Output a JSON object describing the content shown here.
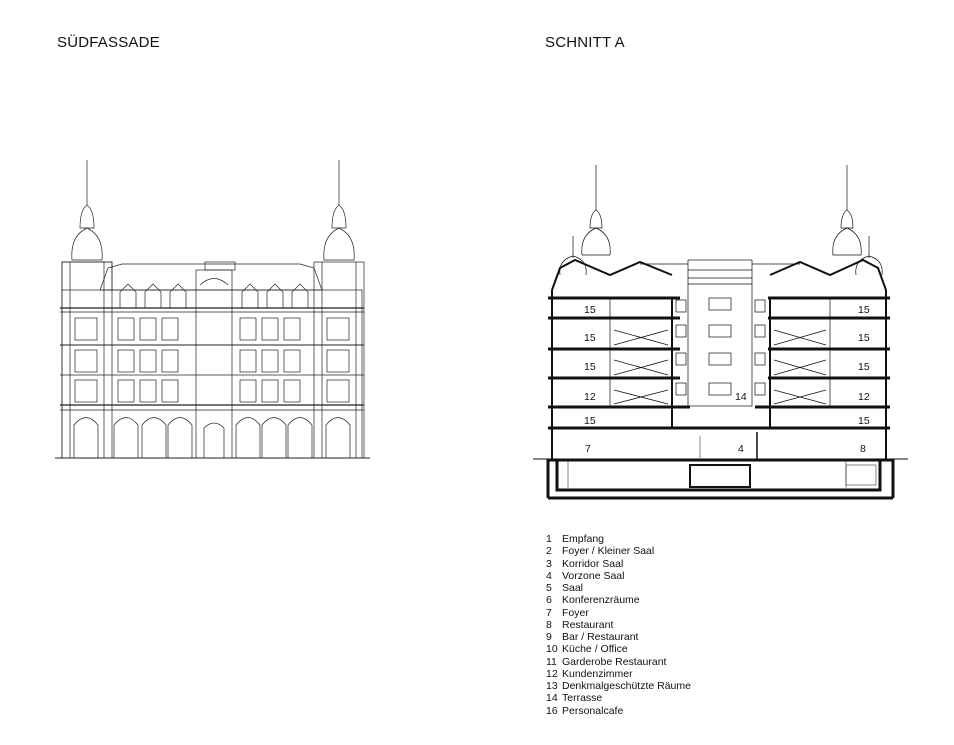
{
  "titles": {
    "facade": "SÜDFASSADE",
    "section": "SCHNITT A"
  },
  "section_labels": {
    "left_top": "15",
    "left_2": "15",
    "left_3": "15",
    "left_4": "12",
    "left_5": "15",
    "right_top": "15",
    "right_2": "15",
    "right_3": "15",
    "right_4": "12",
    "right_5": "15",
    "center_terrace": "14",
    "ground_left": "7",
    "ground_center": "4",
    "ground_right": "8"
  },
  "legend": [
    {
      "num": "1",
      "label": "Empfang"
    },
    {
      "num": "2",
      "label": "Foyer / Kleiner Saal"
    },
    {
      "num": "3",
      "label": "Korridor Saal"
    },
    {
      "num": "4",
      "label": "Vorzone Saal"
    },
    {
      "num": "5",
      "label": "Saal"
    },
    {
      "num": "6",
      "label": "Konferenzräume"
    },
    {
      "num": "7",
      "label": "Foyer"
    },
    {
      "num": "8",
      "label": "Restaurant"
    },
    {
      "num": "9",
      "label": "Bar / Restaurant"
    },
    {
      "num": "10",
      "label": "Küche / Office"
    },
    {
      "num": "11",
      "label": "Garderobe Restaurant"
    },
    {
      "num": "12",
      "label": "Kundenzimmer"
    },
    {
      "num": "13",
      "label": "Denkmalgeschützte Räume"
    },
    {
      "num": "14",
      "label": "Terrasse"
    },
    {
      "num": "16",
      "label": "Personalcafe"
    }
  ]
}
